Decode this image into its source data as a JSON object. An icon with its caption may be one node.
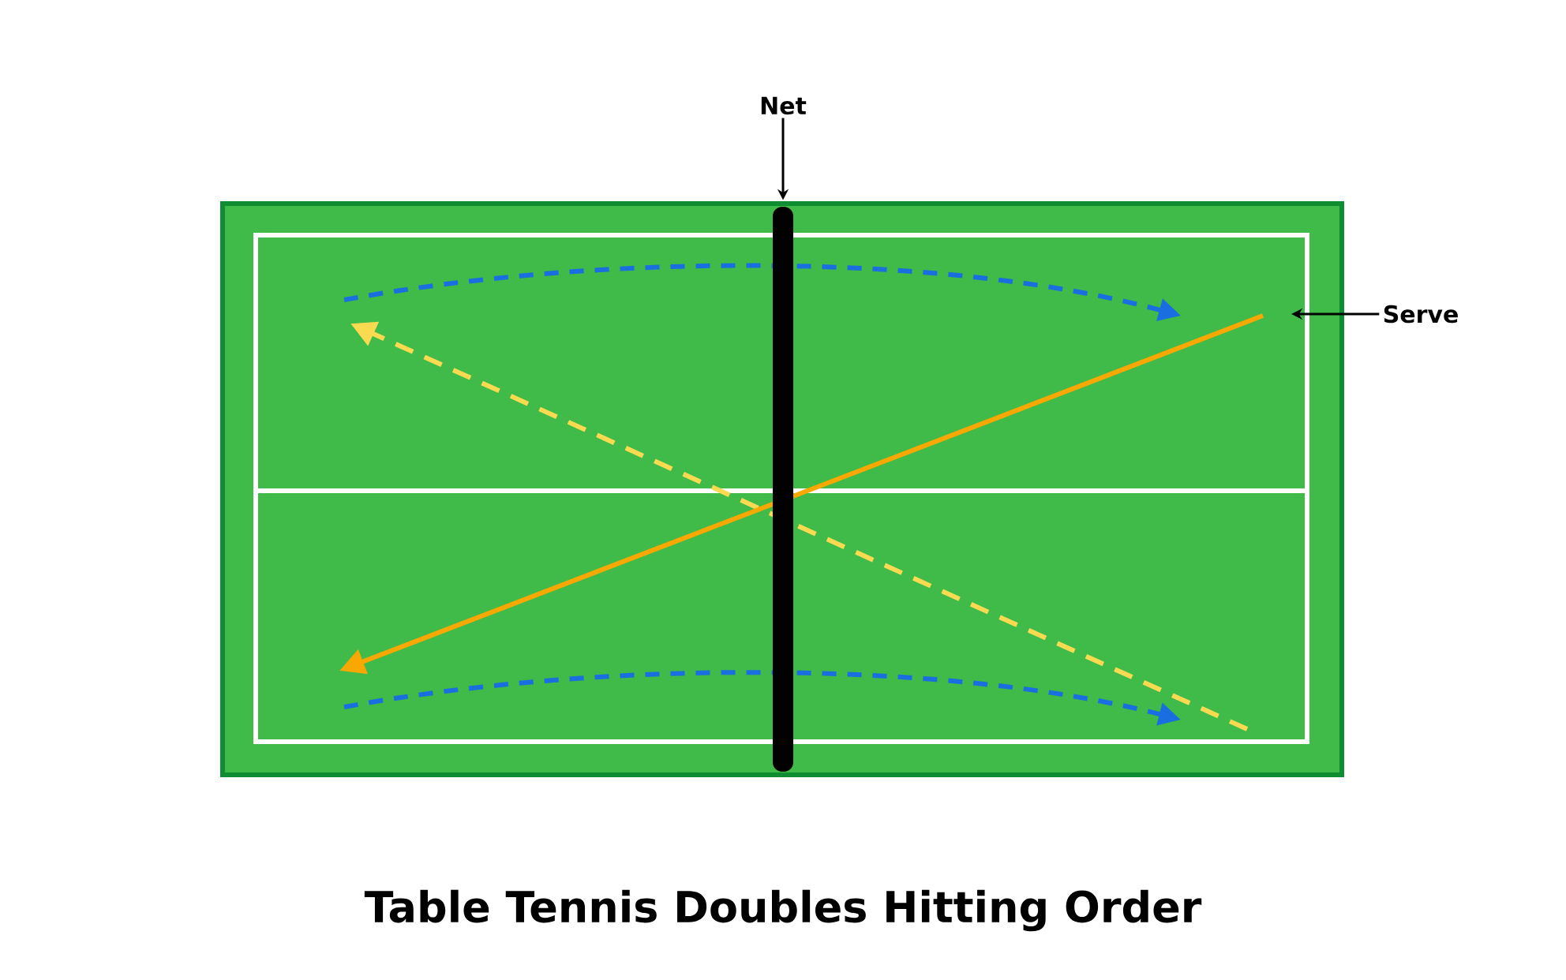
{
  "diagram": {
    "caption": "Table Tennis Doubles Hitting Order",
    "nodes": [
      {
        "text": [
          "Net"
        ]
      },
      {
        "text": [],
        "shape": "bar"
      },
      {
        "text": [
          "Serve"
        ]
      }
    ],
    "edges": [
      {
        "from": 0,
        "to": 1,
        "arrow": "to"
      },
      {
        "from": 2,
        "to": null,
        "arrow": "to"
      }
    ]
  }
}
